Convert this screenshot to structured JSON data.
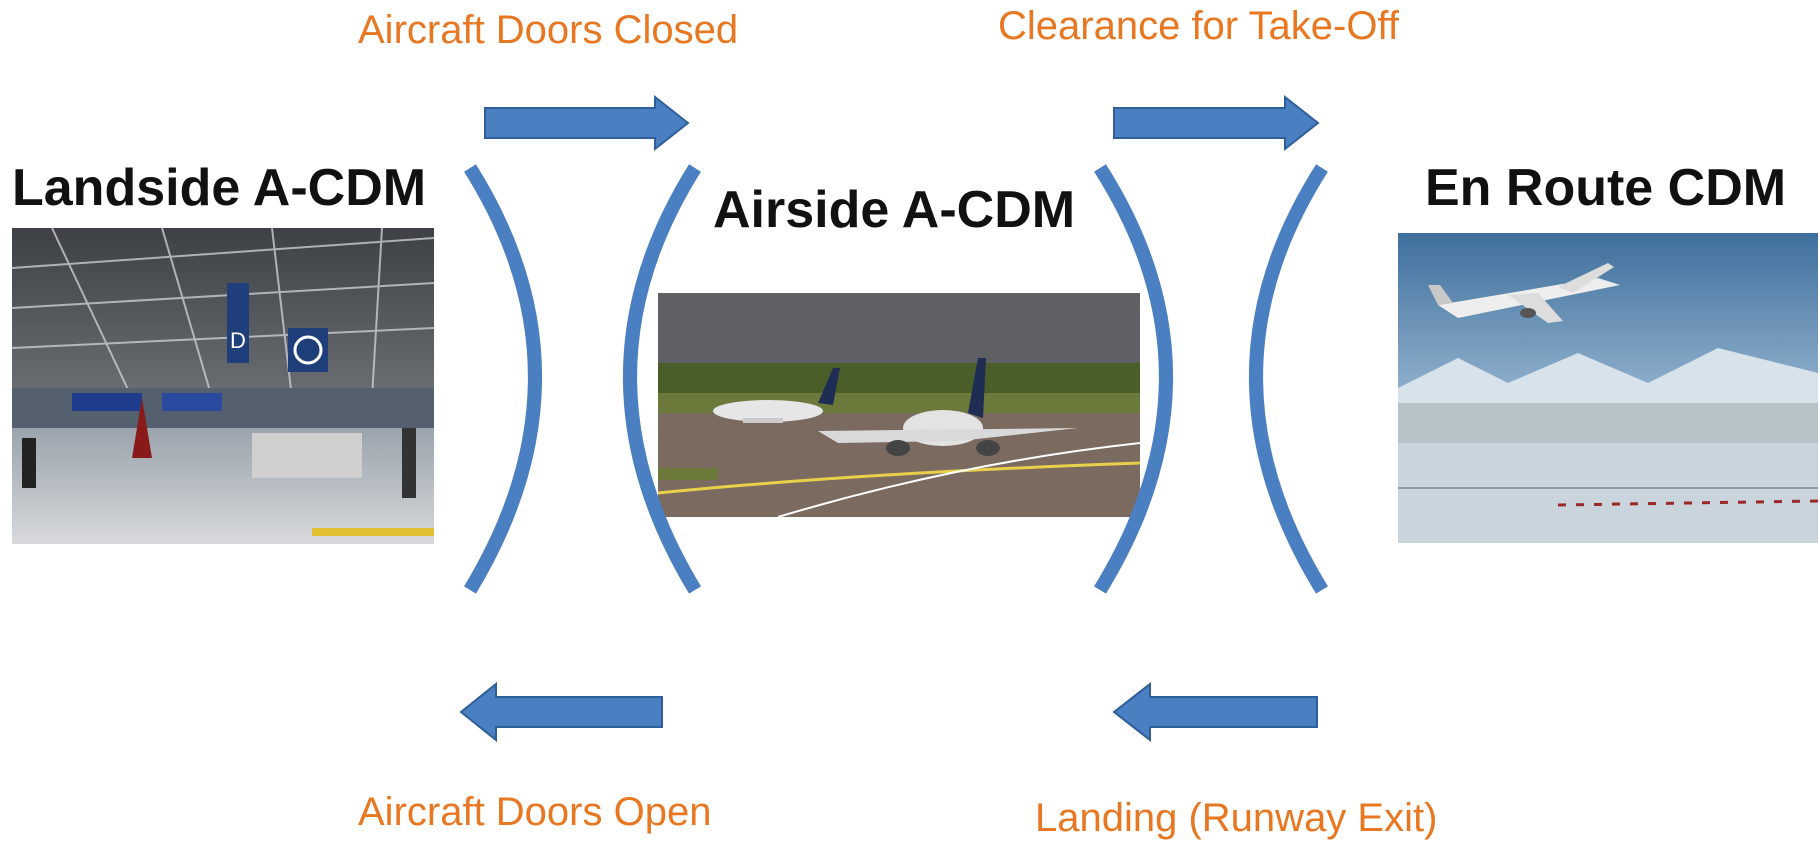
{
  "labels": {
    "doors_closed": "Aircraft Doors Closed",
    "takeoff": "Clearance for Take-Off",
    "doors_open": "Aircraft Doors Open",
    "landing": "Landing (Runway Exit)"
  },
  "headings": {
    "landside": "Landside A-CDM",
    "airside": "Airside A-CDM",
    "enroute": "En Route CDM"
  },
  "colors": {
    "arrow_fill": "#4a7fc1",
    "arrow_stroke": "#2f5f9a",
    "label_text": "#e87722",
    "heading_text": "#111111"
  },
  "icons": {
    "photo_landside": "airport-terminal-photo",
    "photo_airside": "taxiing-aircraft-photo",
    "photo_enroute": "departing-aircraft-photo"
  }
}
